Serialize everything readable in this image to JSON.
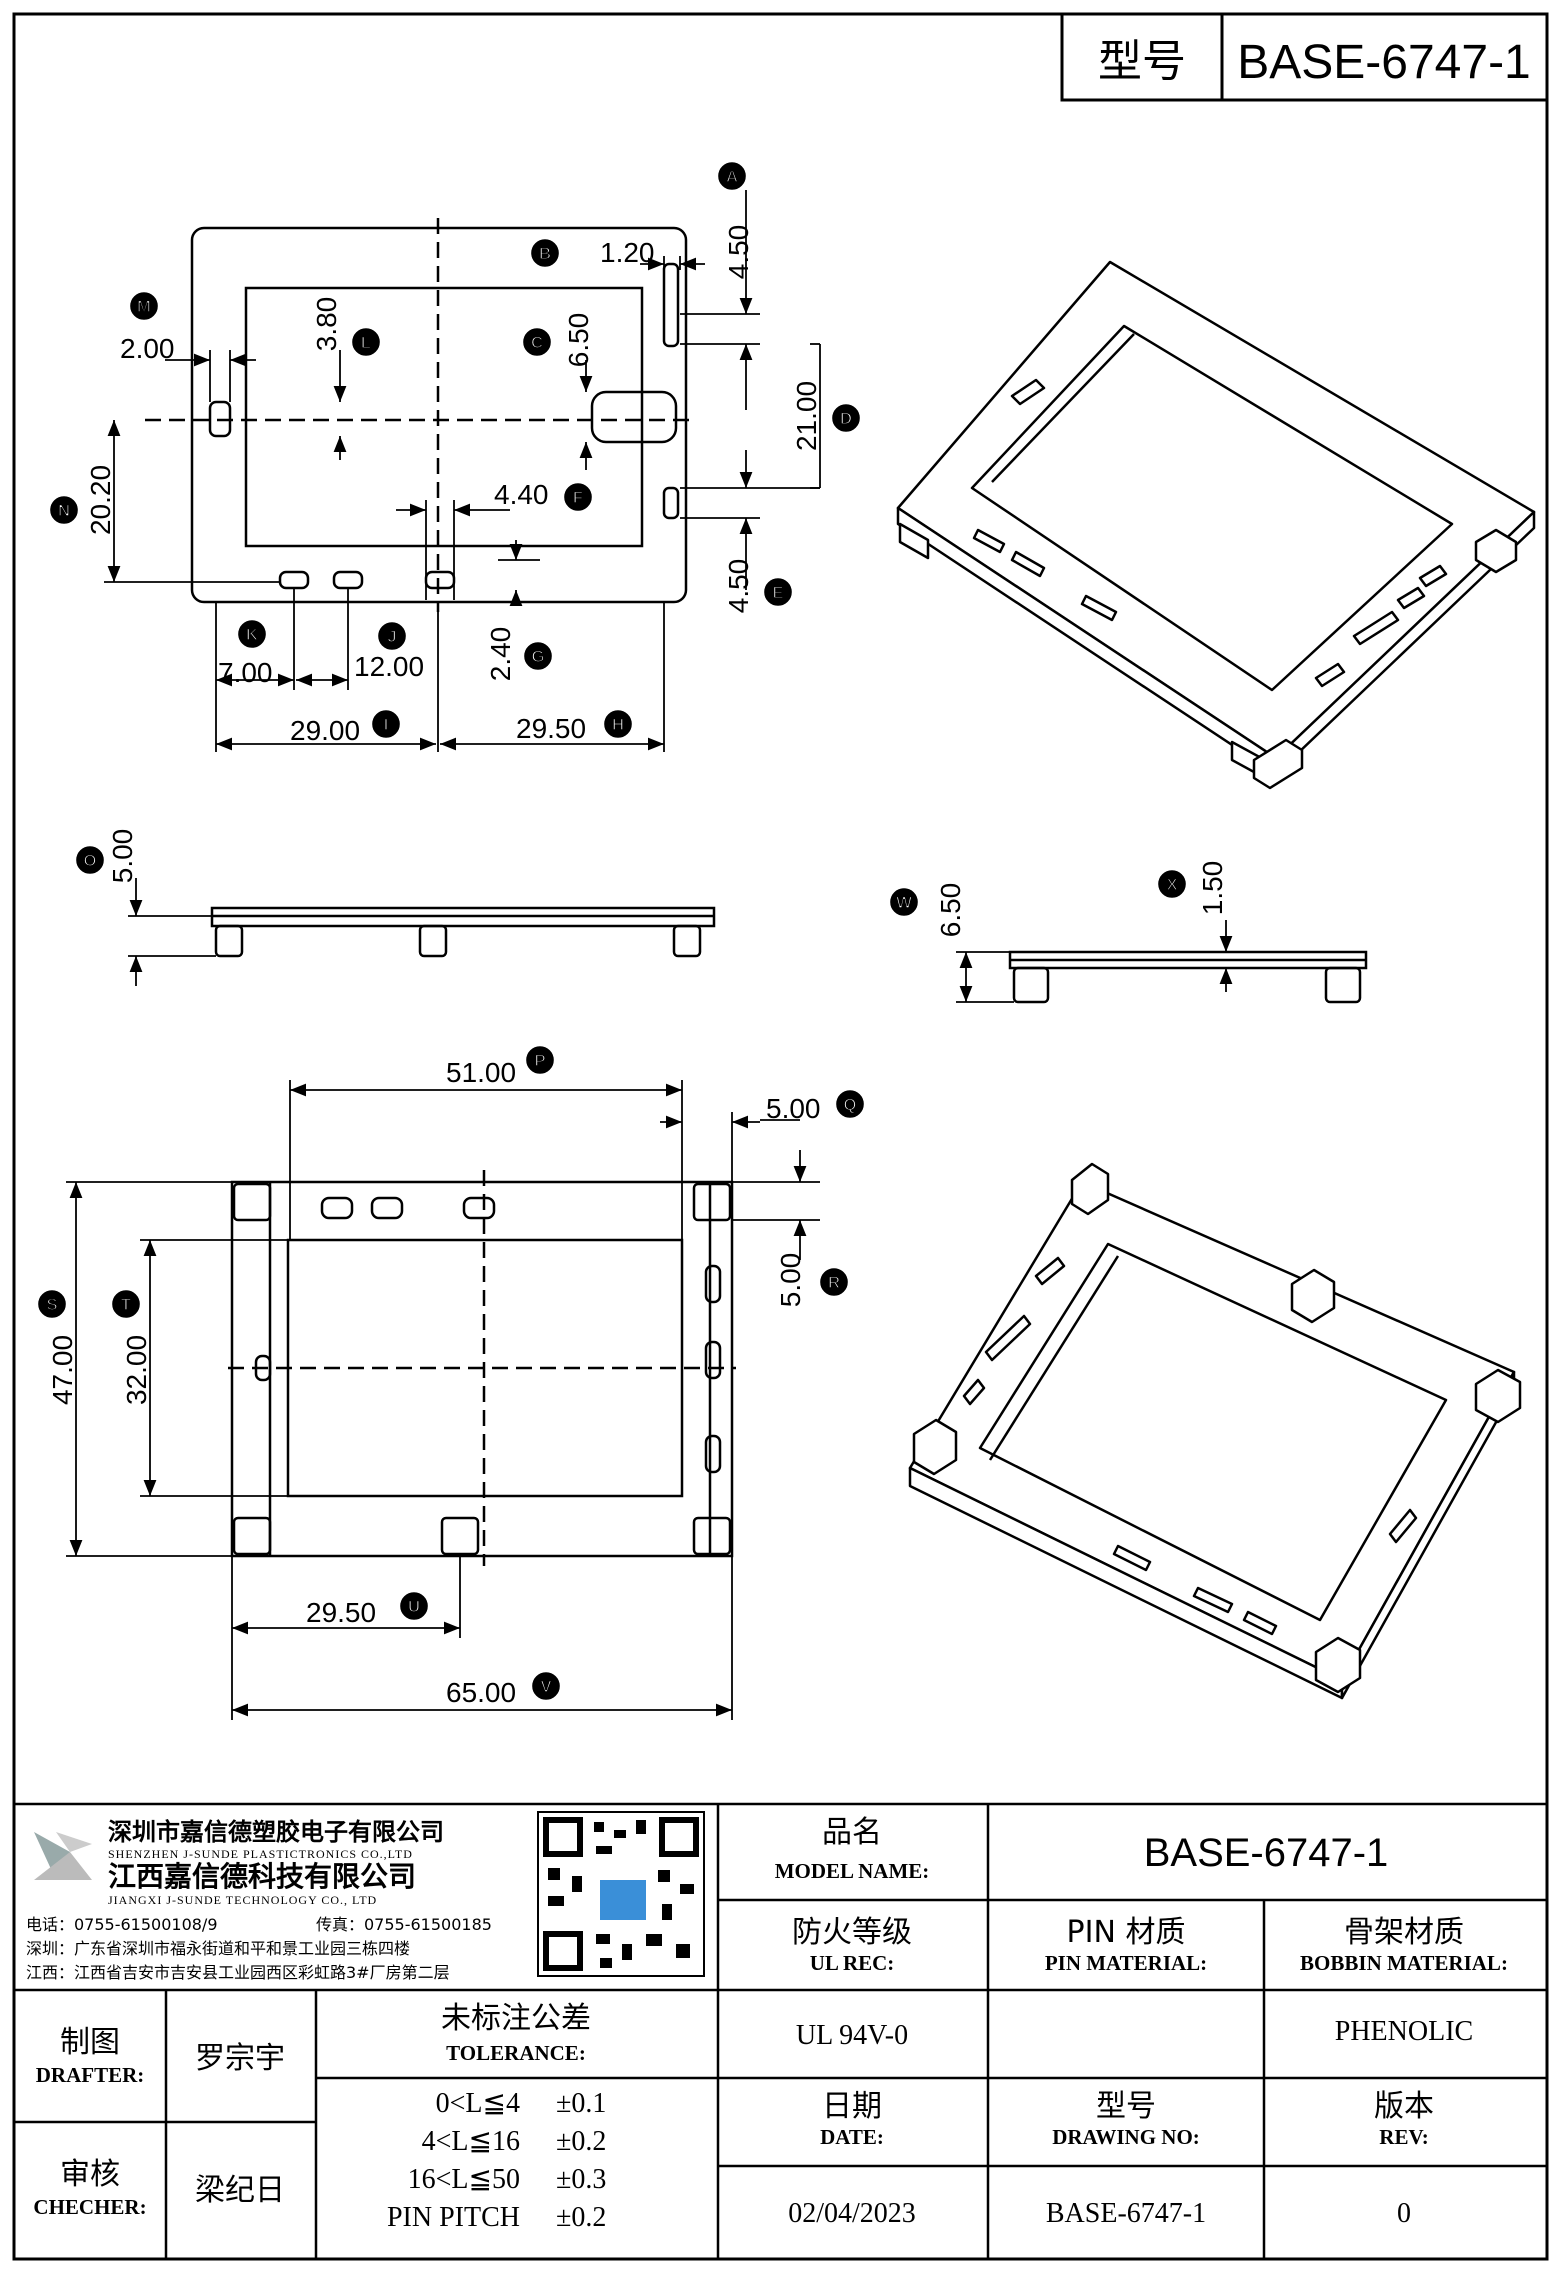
{
  "header": {
    "model_label": "型号",
    "model_value": "BASE-6747-1"
  },
  "callouts": [
    "A",
    "B",
    "C",
    "D",
    "E",
    "F",
    "G",
    "H",
    "I",
    "J",
    "K",
    "L",
    "M",
    "N",
    "O",
    "P",
    "Q",
    "R",
    "S",
    "T",
    "U",
    "V",
    "W",
    "X"
  ],
  "dims": {
    "A": "4.50",
    "B": "1.20",
    "C": "6.50",
    "D": "21.00",
    "E": "4.50",
    "F": "4.40",
    "G": "2.40",
    "H": "29.50",
    "I": "29.00",
    "J": "12.00",
    "K": "7.00",
    "L": "3.80",
    "M": "2.00",
    "N": "20.20",
    "O": "5.00",
    "P": "51.00",
    "Q": "5.00",
    "R": "5.00",
    "S": "47.00",
    "T": "32.00",
    "U": "29.50",
    "V": "65.00",
    "W": "6.50",
    "X": "1.50"
  },
  "company": {
    "name_cn_1": "深圳市嘉信德塑胶电子有限公司",
    "name_en_1": "SHENZHEN J-SUNDE PLASTICTRONICS CO.,LTD",
    "name_cn_2": "江西嘉信德科技有限公司",
    "name_en_2": "JIANGXI J-SUNDE TECHNOLOGY CO., LTD",
    "phone": "电话：0755-61500108/9",
    "fax": "传真：0755-61500185",
    "addr_sz": "深圳：广东省深圳市福永街道和平和景工业园三栋四楼",
    "addr_jx": "江西：江西省吉安市吉安县工业园西区彩虹路3#厂房第二层"
  },
  "titleblock": {
    "model_name_cn": "品名",
    "model_name_en": "MODEL NAME:",
    "model_name_value": "BASE-6747-1",
    "ul_cn": "防火等级",
    "ul_en": "UL REC:",
    "ul_value": "UL 94V-0",
    "pin_cn": "PIN 材质",
    "pin_en": "PIN MATERIAL:",
    "pin_value": "",
    "bobbin_cn": "骨架材质",
    "bobbin_en": "BOBBIN MATERIAL:",
    "bobbin_value": "PHENOLIC",
    "drafter_cn": "制图",
    "drafter_en": "DRAFTER:",
    "drafter_value": "罗宗宇",
    "checker_cn": "审核",
    "checker_en": "CHECHER:",
    "checker_value": "梁纪日",
    "tol_cn": "未标注公差",
    "tol_en": "TOLERANCE:",
    "tol_rows": [
      {
        "range": "0<L≦4",
        "value": "±0.1"
      },
      {
        "range": "4<L≦16",
        "value": "±0.2"
      },
      {
        "range": "16<L≦50",
        "value": "±0.3"
      },
      {
        "range": "PIN PITCH",
        "value": "±0.2"
      }
    ],
    "date_cn": "日期",
    "date_en": "DATE:",
    "date_value": "02/04/2023",
    "dwg_cn": "型号",
    "dwg_en": "DRAWING NO:",
    "dwg_value": "BASE-6747-1",
    "rev_cn": "版本",
    "rev_en": "REV:",
    "rev_value": "0"
  }
}
